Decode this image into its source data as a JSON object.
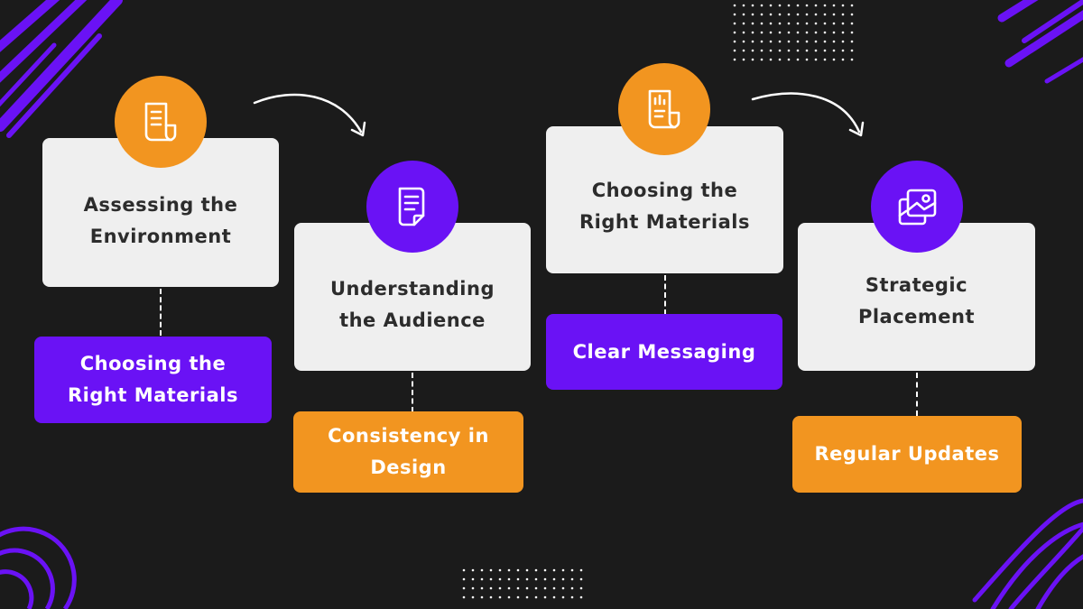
{
  "colors": {
    "background": "#1b1b1b",
    "purple": "#6a12f5",
    "orange": "#f29520",
    "card": "#efefef"
  },
  "steps": [
    {
      "title": "Assessing the Environment",
      "title_lines": [
        "Assessing the",
        "Environment"
      ],
      "icon": "document-scroll-icon",
      "icon_color": "orange",
      "detail_lines": [
        "Choosing the",
        "Right Materials"
      ],
      "detail_color": "purple"
    },
    {
      "title": "Understanding the Audience",
      "title_lines": [
        "Understanding",
        "the Audience"
      ],
      "icon": "document-page-icon",
      "icon_color": "purple",
      "detail_lines": [
        "Consistency in",
        "Design"
      ],
      "detail_color": "orange"
    },
    {
      "title": "Choosing the Right Materials",
      "title_lines": [
        "Choosing the",
        "Right Materials"
      ],
      "icon": "bar-chart-document-icon",
      "icon_color": "orange",
      "detail_lines": [
        "Clear Messaging"
      ],
      "detail_color": "purple"
    },
    {
      "title": "Strategic Placement",
      "title_lines": [
        "Strategic",
        "Placement"
      ],
      "icon": "image-gallery-icon",
      "icon_color": "purple",
      "detail_lines": [
        "Regular Updates"
      ],
      "detail_color": "orange"
    }
  ]
}
